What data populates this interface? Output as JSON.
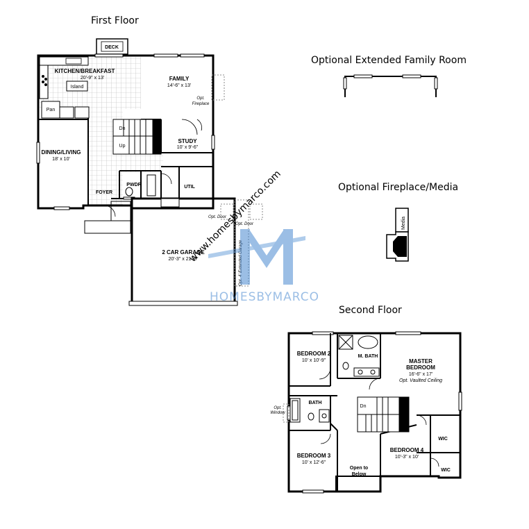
{
  "titles": {
    "first_floor": "First Floor",
    "extended_family": "Optional Extended Family Room",
    "fireplace_media": "Optional Fireplace/Media",
    "second_floor": "Second Floor"
  },
  "first_floor": {
    "deck": "DECK",
    "kitchen": "KITCHEN/BREAKFAST",
    "kitchen_size": "20'-9\" x 13'",
    "island": "Island",
    "pan": "Pan",
    "family": "FAMILY",
    "family_size": "14'-6\" x 13'",
    "opt_label": "Opt.",
    "fireplace": "Fireplace",
    "dn": "Dn",
    "up": "Up",
    "study": "STUDY",
    "study_size": "10' x 9'-6\"",
    "dining": "DINING/LIVING",
    "dining_size": "18' x 10'",
    "pwdr": "PWDR",
    "util": "UTIL",
    "foyer": "FOYER",
    "garage": "2 CAR GARAGE",
    "garage_size": "20'-3\" x 21'-8\"",
    "opt_door_1": "Opt. Door",
    "opt_door_2": "Opt. Door",
    "opt_ext_garage": "Opt. 4' Extended Garage"
  },
  "media": {
    "label": "Media"
  },
  "second_floor": {
    "bedroom2": "BEDROOM 2",
    "bedroom2_size": "10' x 10'-9\"",
    "mbath": "M. BATH",
    "master_line1": "MASTER",
    "master_line2": "BEDROOM",
    "master_size": "16'-6\" x 17'",
    "master_opt": "Opt. Vaulted Ceiling",
    "bath": "BATH",
    "opt_window_1": "Opt.",
    "opt_window_2": "Window",
    "dn": "Dn",
    "wic1": "WIC",
    "wic2": "WIC",
    "bedroom3": "BEDROOM  3",
    "bedroom3_size": "10' x 12'-6\"",
    "bedroom4": "BEDROOM 4",
    "bedroom4_size": "10'-3\" x 10'",
    "open_line1": "Open to",
    "open_line2": "Below"
  },
  "watermark": {
    "url": "www.homesbymarco.com",
    "brand": "HOMESBYMARCO",
    "brand_color": "#4a8ad1"
  }
}
